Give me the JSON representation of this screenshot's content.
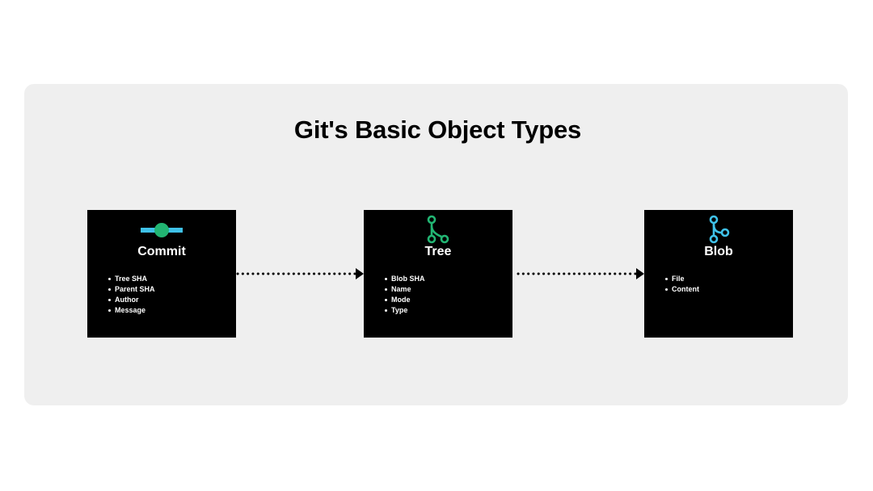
{
  "title": "Git's Basic Object Types",
  "nodes": [
    {
      "label": "Commit",
      "icon": "git-commit-icon",
      "icon_color": "#22b573",
      "icon_accent": "#3fc1e8",
      "items": [
        "Tree SHA",
        "Parent SHA",
        "Author",
        "Message"
      ]
    },
    {
      "label": "Tree",
      "icon": "git-branch-icon",
      "icon_color": "#22b573",
      "items": [
        "Blob SHA",
        "Name",
        "Mode",
        "Type"
      ]
    },
    {
      "label": "Blob",
      "icon": "git-branch-icon",
      "icon_color": "#3fc1e8",
      "items": [
        "File",
        "Content"
      ]
    }
  ],
  "edges": [
    {
      "from": "Commit",
      "to": "Tree",
      "style": "dotted"
    },
    {
      "from": "Tree",
      "to": "Blob",
      "style": "dotted"
    }
  ],
  "colors": {
    "panel": "#efefef",
    "box": "#000000",
    "text": "#ffffff",
    "arrow": "#000000"
  }
}
